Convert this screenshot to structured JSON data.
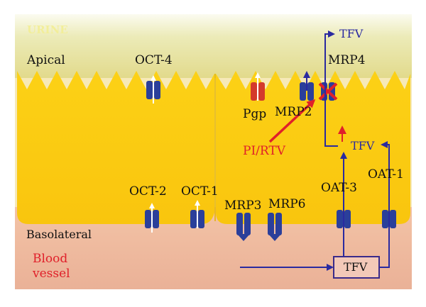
{
  "labels": {
    "urine": "URINE",
    "apical": "Apical",
    "basolateral": "Basolateral",
    "blood_vessel_line1": "Blood",
    "blood_vessel_line2": "vessel"
  },
  "transporters": {
    "oct4": "OCT-4",
    "pgp": "Pgp",
    "mrp2": "MRP2",
    "mrp4": "MRP4",
    "oct2": "OCT-2",
    "oct1": "OCT-1",
    "mrp3": "MRP3",
    "mrp6": "MRP6",
    "oat3": "OAT-3",
    "oat1": "OAT-1"
  },
  "drug": {
    "tfv_top": "TFV",
    "tfv_mid": "TFV",
    "tfv_box": "TFV"
  },
  "inhibitor": "PI/RTV",
  "colors": {
    "urine": "#e8e4a0",
    "cell": "#fcd013",
    "blood": "#efb79c",
    "transporter": "#2b3f9a",
    "pgp": "#d43a2c",
    "arrow": "#2a2aa0",
    "inhibit": "#e0202a"
  }
}
